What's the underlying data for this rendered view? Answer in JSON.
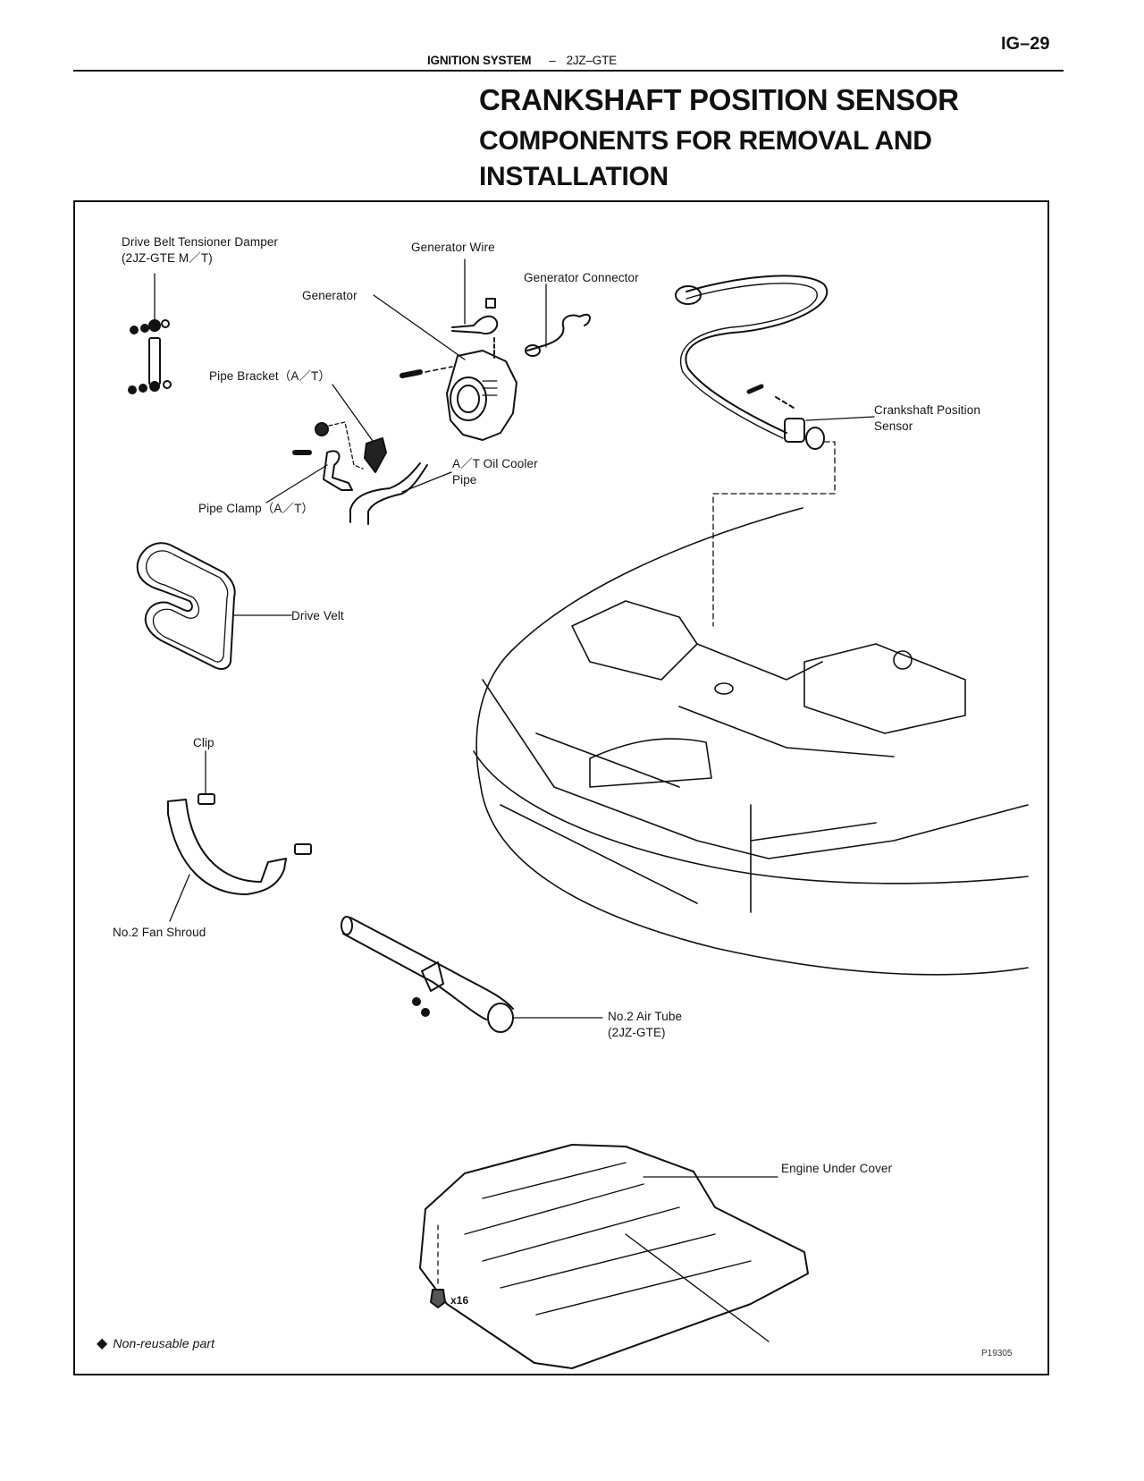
{
  "header": {
    "page_number": "IG–29",
    "section": "IGNITION SYSTEM",
    "separator": "–",
    "engine_model": "2JZ–GTE"
  },
  "title": "CRANKSHAFT POSITION SENSOR",
  "subtitle": "COMPONENTS FOR REMOVAL AND INSTALLATION",
  "figure": {
    "labels": {
      "tensioner_damper": "Drive Belt Tensioner Damper",
      "tensioner_damper_note": "(2JZ-GTE M／T)",
      "generator_wire": "Generator Wire",
      "generator_connector": "Generator Connector",
      "generator": "Generator",
      "pipe_bracket": "Pipe Bracket（A／T）",
      "crankshaft_sensor": "Crankshaft Position",
      "crankshaft_sensor_2": "Sensor",
      "oil_cooler_pipe": "A／T Oil Cooler",
      "oil_cooler_pipe_2": "Pipe",
      "pipe_clamp": "Pipe Clamp（A／T）",
      "drive_belt": "Drive Velt",
      "clip": "Clip",
      "fan_shroud": "No.2 Fan Shroud",
      "air_tube": "No.2 Air Tube",
      "air_tube_note": "(2JZ-GTE)",
      "under_cover": "Engine Under Cover",
      "bolt_qty": "x16"
    },
    "legend": {
      "symbol": "◆",
      "text": "Non-reusable part"
    },
    "figure_code": "P19305"
  }
}
